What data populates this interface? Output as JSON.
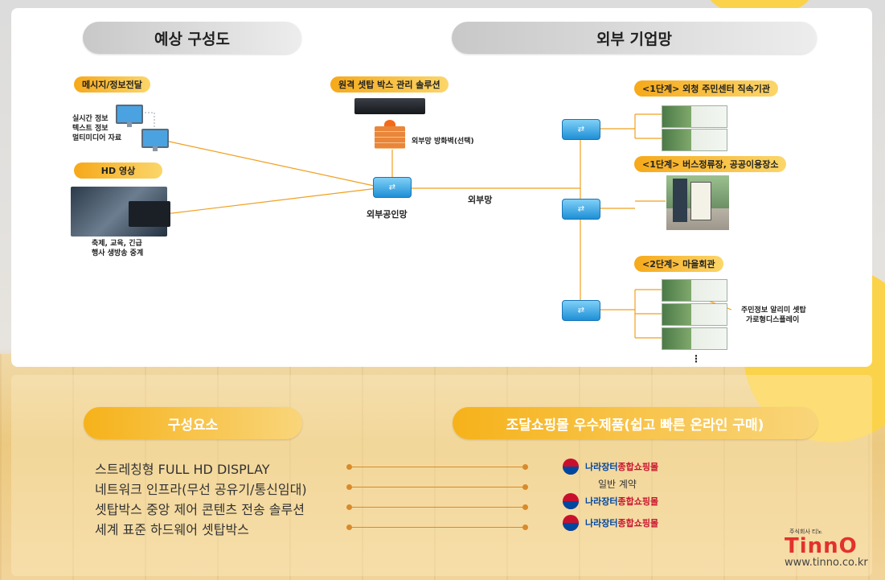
{
  "top": {
    "left_heading": "예상 구성도",
    "right_heading": "외부 기업망"
  },
  "diagram": {
    "tag_message": "메시지/정보전달",
    "message_types": [
      "실시간 정보",
      "텍스트 정보",
      "멀티미디어 자료"
    ],
    "tag_hd": "HD 영상",
    "hd_caption": [
      "축제, 교육, 긴급",
      "행사 생방송 중계"
    ],
    "tag_remote": "원격 셋탑 박스 관리 솔루션",
    "firewall_label": "외부망 방화벽(선택)",
    "public_net_label": "외부공인망",
    "external_net_label": "외부망",
    "stage1a": "<1단계> 외청 주민센터 직속기관",
    "stage1b": "<1단계> 버스정류장, 공공이용장소",
    "stage2": "<2단계> 마을회관",
    "display_caption": [
      "주민정보 알리미 셋탑",
      "가로형디스플레이"
    ],
    "ellipsis": "⋮"
  },
  "bottom": {
    "left_heading": "구성요소",
    "right_heading": "조달쇼핑몰 우수제품(쉽고 빠른 온라인 구매)",
    "components": [
      "스트레칭형 FULL HD DISPLAY",
      "네트워크 인프라(무선 공유기/통신임대)",
      "셋탑박스 중앙 제어 콘텐츠 전송 솔루션",
      "세계 표준 하드웨어 셋탑박스"
    ],
    "shop_name_a": "나라장터",
    "shop_name_b": "종합쇼핑몰",
    "shop_note": "일반 계약"
  },
  "logo": {
    "corp": "주식회사 티노",
    "brand": "TinnO",
    "url": "www.tinno.co.kr"
  },
  "colors": {
    "accent_orange": "#f6b21a",
    "line_orange": "#f0a020",
    "brand_red": "#e3312d"
  }
}
